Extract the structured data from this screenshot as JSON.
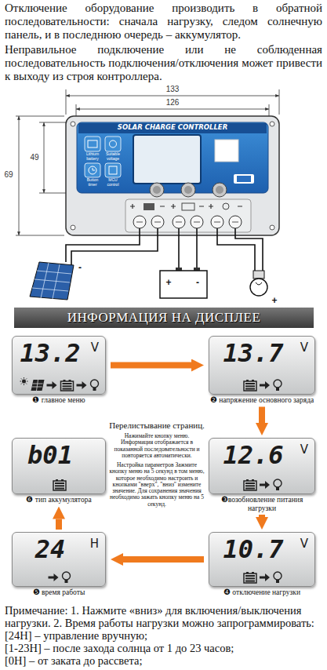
{
  "diagram": {
    "nodes": [
      {
        "text": [
          "SOLAR CHARGE CONTROLLER"
        ]
      },
      {
        "text": [
          "ИНФОРМАЦИЯ НА ДИСПЛЕЕ"
        ]
      },
      {
        "text": [
          "13.2",
          "V",
          "❶ главное меню"
        ]
      },
      {
        "text": [
          "13.7",
          "V",
          "❷ напряжение основного заряда"
        ]
      },
      {
        "text": [
          "12.6",
          "V",
          "❸возобновление питания нагрузки"
        ]
      },
      {
        "text": [
          "10.7",
          "V",
          "❹ отключение нагрузки"
        ]
      },
      {
        "text": [
          "24",
          "H",
          "❺ время работы"
        ]
      },
      {
        "text": [
          "b01",
          "❻ тип аккумулятора"
        ]
      }
    ],
    "edges": [
      {
        "from": 2,
        "to": 3,
        "arrow": "to"
      },
      {
        "from": 3,
        "to": 4,
        "arrow": "to"
      },
      {
        "from": 4,
        "to": 5,
        "arrow": "to"
      },
      {
        "from": 5,
        "to": 6,
        "arrow": "to"
      },
      {
        "from": 6,
        "to": 7,
        "arrow": "to"
      }
    ],
    "labels": [
      "Отключение оборудование производить в обратной последовательности: сначала нагрузку, следом солнечную панель, и в последнюю очередь – аккумулятор.",
      "Неправильное подключение или не соблюденная последовательность подключения/отключения может привести к выходу из строя контроллера.",
      "133",
      "126",
      "69",
      "49",
      "Lithium battery",
      "Suitable voltage",
      "Button timer",
      "MCU control",
      "-",
      "+",
      "-",
      "+",
      "Перелистывание страниц.",
      "Нажимайте кнопку меню. Информация отображается в показанной последовательности и повторяется автоматически.",
      "Настройка параметров Зажмите кнопку меню на 5 секунд в том меню, которое необходимо настроить и кнопками \"вверх\", \"вниз\" измените значение. Для сохранения значения необходимо зажать кнопку меню на 5 секунд.",
      "Примечание: 1. Нажмите «вниз» для включения/выключения нагрузки. 2. Время работы нагрузки можно запрограммировать:",
      "[24H] – управление вручную;",
      "[1-23H] – после захода солнца от 1 до 23 часов;",
      "[0H] – от заката до рассвета;"
    ]
  }
}
